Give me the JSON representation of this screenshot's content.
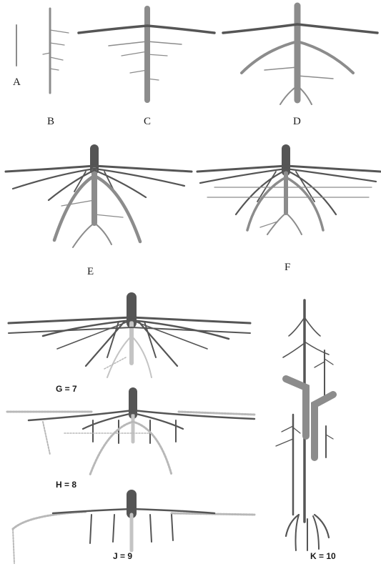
{
  "panels": {
    "A": "A",
    "B": "B",
    "C": "C",
    "D": "D",
    "E": "E",
    "F": "F",
    "G": "G = 7",
    "H": "H = 8",
    "J": "J = 9",
    "K": "K = 10"
  },
  "colors": {
    "root_mid": "#8c8c8c",
    "root_dark": "#555555",
    "root_light": "#c4c4c4",
    "root_dotted": "#b8b8b8",
    "background": "#ffffff"
  }
}
